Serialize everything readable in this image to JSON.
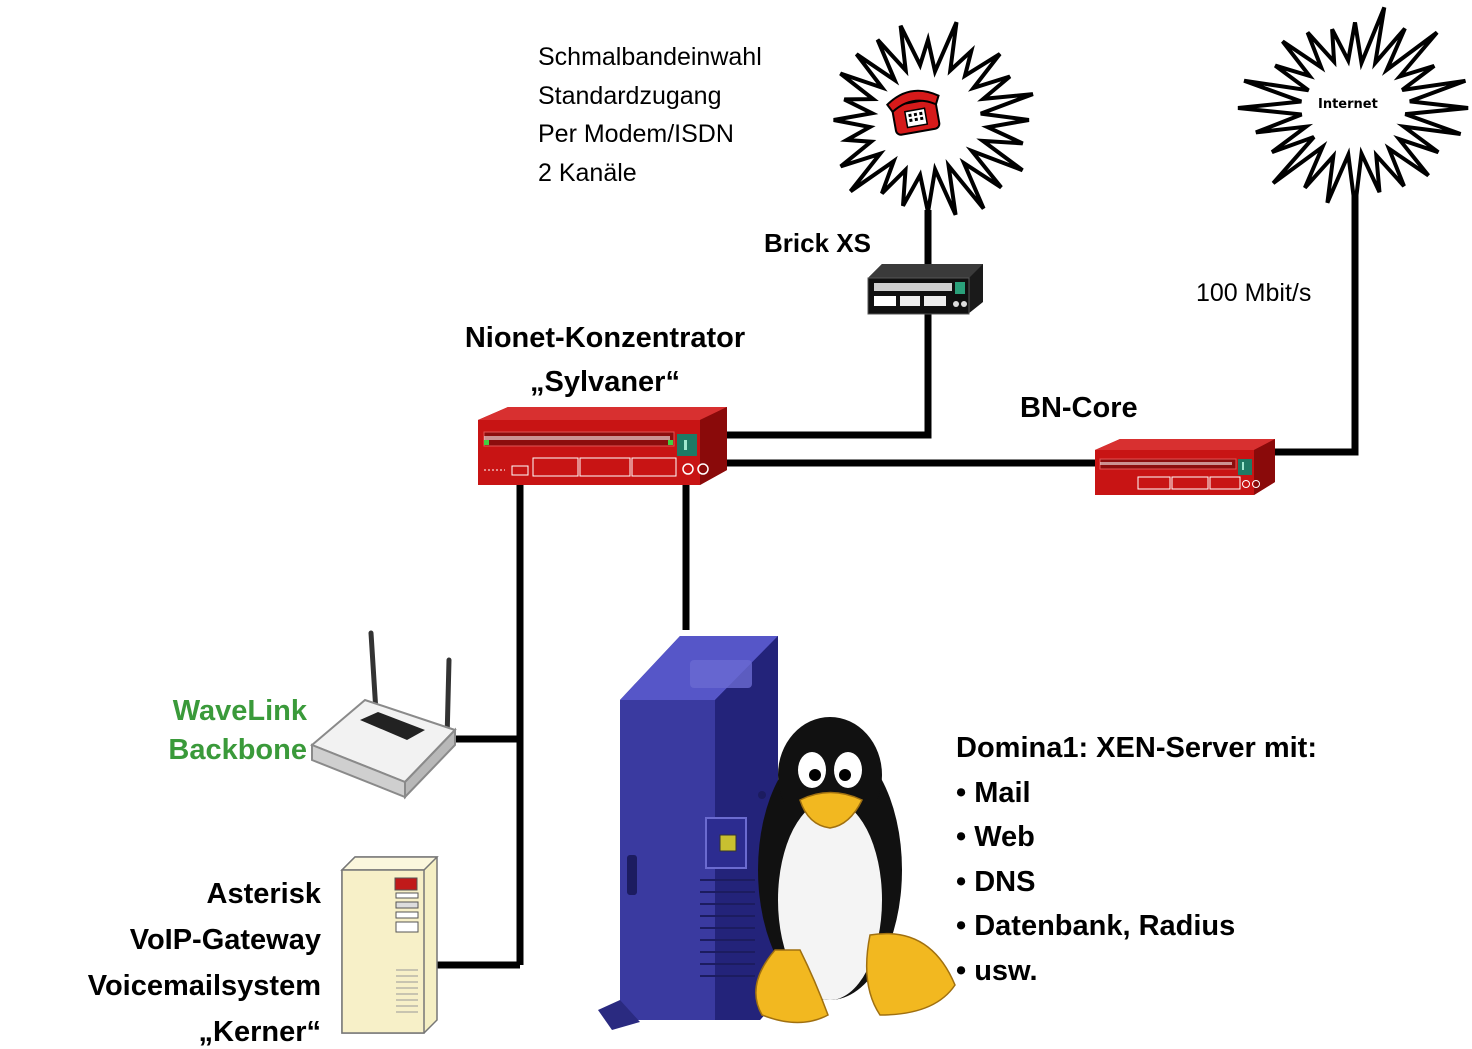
{
  "isdn_info": {
    "lines": [
      "Schmalbandeinwahl",
      "Standardzugang",
      "Per Modem/ISDN",
      "2 Kanäle"
    ]
  },
  "internet_cloud": {
    "label": "Internet"
  },
  "brick_xs": {
    "label": "Brick XS"
  },
  "uplink": {
    "speed": "100 Mbit/s"
  },
  "concentrator": {
    "line1": "Nionet-Konzentrator",
    "line2": "„Sylvaner“"
  },
  "bn_core": {
    "label": "BN-Core"
  },
  "wavelink": {
    "line1": "WaveLink",
    "line2": "Backbone",
    "color": "#3a9a3a"
  },
  "asterisk": {
    "lines": [
      "Asterisk",
      "VoIP-Gateway",
      "Voicemailsystem",
      "„Kerner“"
    ]
  },
  "domina": {
    "title": "Domina1: XEN-Server mit:",
    "services": [
      "• Mail",
      "• Web",
      "• DNS",
      "• Datenbank, Radius",
      "• usw."
    ]
  },
  "colors": {
    "router_red": "#c81414",
    "server_blue": "#3a3aa0",
    "burst_outline": "#000000",
    "cable": "#000000"
  }
}
